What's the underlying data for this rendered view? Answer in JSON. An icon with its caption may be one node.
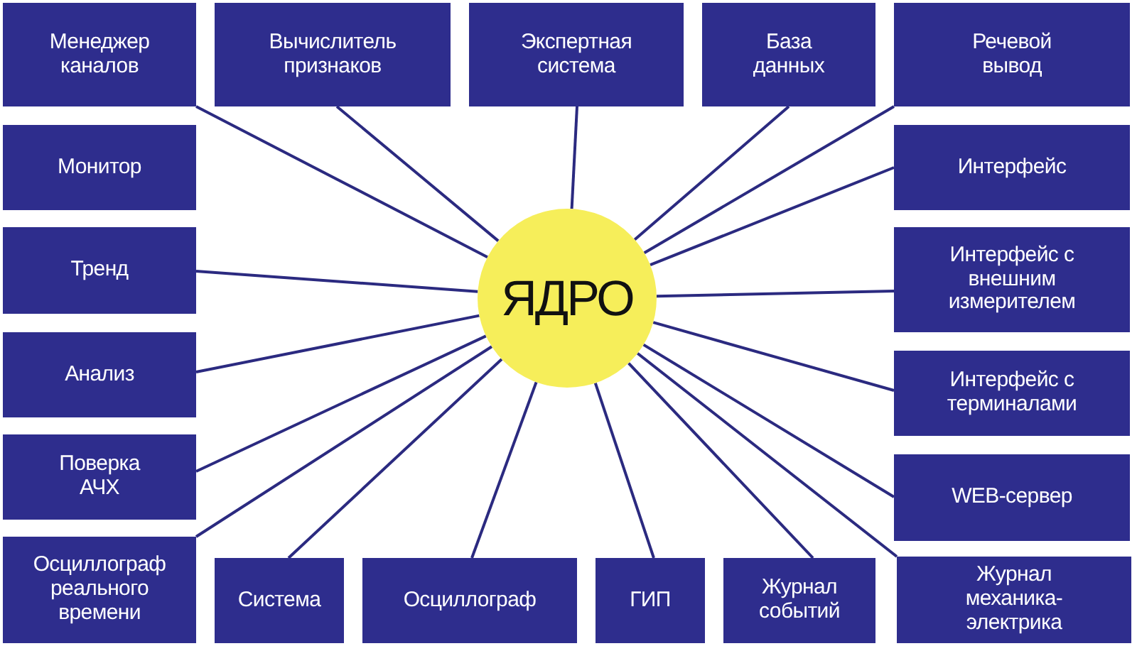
{
  "diagram": {
    "nodes": [
      {
        "text": [
          "Менеджер каналов"
        ]
      },
      {
        "text": [
          "Вычислитель признаков"
        ]
      },
      {
        "text": [
          "Экспертная система"
        ]
      },
      {
        "text": [
          "База данных"
        ]
      },
      {
        "text": [
          "Речевой вывод"
        ]
      },
      {
        "text": [
          "Монитор"
        ]
      },
      {
        "text": [
          "Интерфейс"
        ]
      },
      {
        "text": [
          "Тренд"
        ]
      },
      {
        "text": [
          "ЯДРО"
        ]
      },
      {
        "text": [
          "Интерфейс с внешним измерителем"
        ]
      },
      {
        "text": [
          "Анализ"
        ]
      },
      {
        "text": [
          "Интерфейс с терминалами"
        ]
      },
      {
        "text": [
          "Поверка АЧХ"
        ]
      },
      {
        "text": [
          "WEB-сервер"
        ]
      },
      {
        "text": [
          "Осциллограф реального времени"
        ]
      },
      {
        "text": [
          "Система"
        ]
      },
      {
        "text": [
          "Осциллограф"
        ]
      },
      {
        "text": [
          "ГИП"
        ]
      },
      {
        "text": [
          "Журнал событий"
        ]
      },
      {
        "text": [
          "Журнал механика-электрика"
        ]
      }
    ],
    "edges": [
      {
        "from": 8,
        "to": 0,
        "arrow": "none"
      },
      {
        "from": 8,
        "to": 1,
        "arrow": "none"
      },
      {
        "from": 8,
        "to": 2,
        "arrow": "none"
      },
      {
        "from": 8,
        "to": 3,
        "arrow": "none"
      },
      {
        "from": 8,
        "to": 4,
        "arrow": "none"
      },
      {
        "from": 8,
        "to": 6,
        "arrow": "none"
      },
      {
        "from": 8,
        "to": 7,
        "arrow": "none"
      },
      {
        "from": 8,
        "to": 9,
        "arrow": "none"
      },
      {
        "from": 8,
        "to": 10,
        "arrow": "none"
      },
      {
        "from": 8,
        "to": 11,
        "arrow": "none"
      },
      {
        "from": 8,
        "to": 12,
        "arrow": "none"
      },
      {
        "from": 8,
        "to": 13,
        "arrow": "none"
      },
      {
        "from": 8,
        "to": 14,
        "arrow": "none"
      },
      {
        "from": 8,
        "to": 15,
        "arrow": "none"
      },
      {
        "from": 8,
        "to": 16,
        "arrow": "none"
      },
      {
        "from": 8,
        "to": 17,
        "arrow": "none"
      },
      {
        "from": 8,
        "to": 18,
        "arrow": "none"
      },
      {
        "from": 8,
        "to": 19,
        "arrow": "none"
      }
    ]
  }
}
